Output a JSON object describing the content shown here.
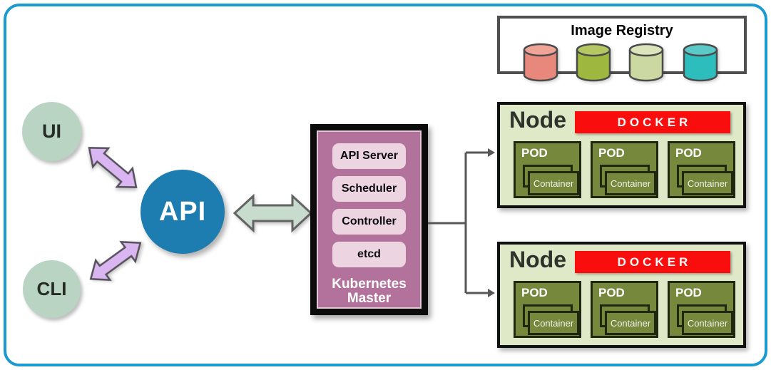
{
  "clients": {
    "ui_label": "UI",
    "cli_label": "CLI",
    "api_label": "API"
  },
  "master": {
    "components": [
      "API Server",
      "Scheduler",
      "Controller",
      "etcd"
    ],
    "title_lines": [
      "Kubernetes",
      "Master"
    ]
  },
  "registry": {
    "title": "Image Registry",
    "cylinders": [
      {
        "name": "registry-volume-salmon",
        "body": "#e8887c",
        "top": "#efa497"
      },
      {
        "name": "registry-volume-olive",
        "body": "#9eb83f",
        "top": "#b3c763"
      },
      {
        "name": "registry-volume-pale-green",
        "body": "#ccd8a2",
        "top": "#dce4bc"
      },
      {
        "name": "registry-volume-teal",
        "body": "#2ebdbd",
        "top": "#5bc9c7"
      }
    ]
  },
  "nodes": [
    {
      "label": "Node",
      "docker_label": "DOCKER",
      "pods": [
        {
          "label": "POD",
          "container_label": "Container"
        },
        {
          "label": "POD",
          "container_label": "Container"
        },
        {
          "label": "POD",
          "container_label": "Container"
        }
      ]
    },
    {
      "label": "Node",
      "docker_label": "DOCKER",
      "pods": [
        {
          "label": "POD",
          "container_label": "Container"
        },
        {
          "label": "POD",
          "container_label": "Container"
        },
        {
          "label": "POD",
          "container_label": "Container"
        }
      ]
    }
  ],
  "colors": {
    "canvas-border": "#1b9ad2",
    "client-circle": "#b9d4c3",
    "client-text": "#262b26",
    "api-circle": "#1d7cb0",
    "arrow-purple": "#d9b5f2",
    "arrow-purple-stroke": "#55505a",
    "arrow-green": "#c7dccd",
    "arrow-green-stroke": "#636363",
    "master-frame": "#0b0b0b",
    "master-pink": "#b3729c",
    "master-item": "#ecd4e0",
    "connector-gray": "#575757",
    "registry-border": "#4f4f4f",
    "node-bg": "#dfe8c7",
    "docker-red": "#f90d0d",
    "pod-olive": "#75883b",
    "pod-border": "#1f2710"
  }
}
